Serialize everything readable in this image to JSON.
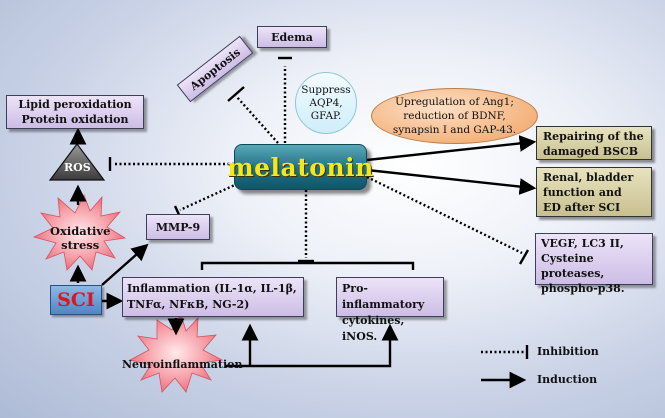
{
  "central": {
    "label": "melatonin"
  },
  "nodes": {
    "edema": "Edema",
    "apoptosis": "Apoptosis",
    "suppress": [
      "Suppress",
      "AQP4,",
      "GFAP."
    ],
    "lipid": [
      "Lipid peroxidation",
      "Protein oxidation"
    ],
    "ros": "ROS",
    "oxidative": [
      "Oxidative",
      "stress"
    ],
    "mmp9": "MMP-9",
    "sci": "SCI",
    "inflammation": [
      "Inflammation (IL-1α, IL-1β,",
      "TNFα, NFκB, NG-2)"
    ],
    "proinflammatory": [
      "Pro-inflammatory",
      "cytokines, iNOS."
    ],
    "neuroinflammation": "Neuroinflammation",
    "upregulation": [
      "Upregulation of Ang1;",
      "reduction of BDNF,",
      "synapsin I and GAP-43."
    ],
    "repairing": [
      "Repairing of the",
      "damaged BSCB"
    ],
    "renal": [
      "Renal, bladder",
      "function and",
      "ED after SCI"
    ],
    "vegf": [
      "VEGF, LC3 II,",
      "Cysteine proteases,",
      "phospho-p38."
    ]
  },
  "legend": {
    "inhibition": "Inhibition",
    "induction": "Induction"
  }
}
